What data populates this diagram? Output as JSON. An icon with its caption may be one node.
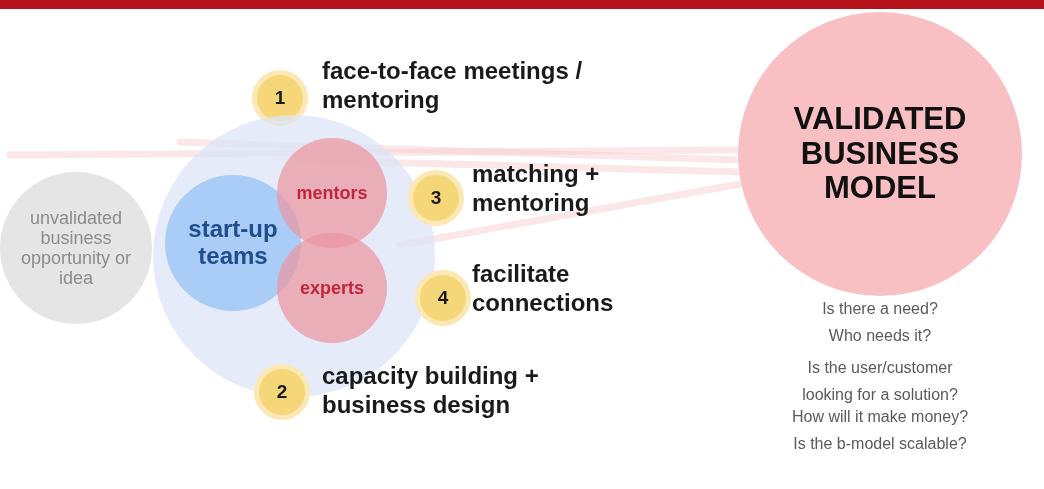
{
  "diagram": {
    "nodes": [
      {
        "text": [
          "1"
        ],
        "beside": [
          "face-to-face meetings / mentoring"
        ]
      },
      {
        "text": [
          "unvalidated business opportunity or idea"
        ]
      },
      {
        "text": [],
        "shape": "circle"
      },
      {
        "text": [
          "start-up teams"
        ],
        "in": 2
      },
      {
        "text": [
          "mentors"
        ],
        "in": 2
      },
      {
        "text": [
          "experts"
        ],
        "in": 2
      },
      {
        "text": [
          "3"
        ],
        "beside": [
          "matching + mentoring"
        ]
      },
      {
        "text": [
          "4"
        ],
        "beside": [
          "facilitate connections"
        ]
      },
      {
        "text": [
          "2"
        ],
        "beside": [
          "capacity building + business design"
        ]
      },
      {
        "text": [
          "VALIDATED BUSINESS MODEL"
        ],
        "beside": [
          "Is there a need?",
          "Who needs it?",
          "Is the user/customer looking for a solution?",
          "How will it make money?",
          "Is the b-model scalable?"
        ]
      }
    ],
    "edges": []
  }
}
